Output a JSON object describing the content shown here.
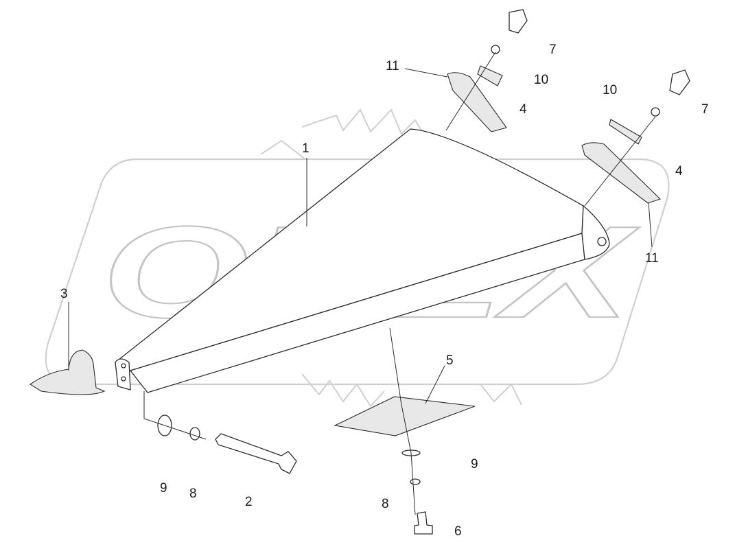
{
  "watermark": {
    "brand": "OPEX"
  },
  "callouts": {
    "c1": "1",
    "c2": "2",
    "c3": "3",
    "c4a": "4",
    "c4b": "4",
    "c5": "5",
    "c6": "6",
    "c7a": "7",
    "c7b": "7",
    "c8a": "8",
    "c8b": "8",
    "c9a": "9",
    "c9b": "9",
    "c10a": "10",
    "c10b": "10",
    "c11a": "11",
    "c11b": "11"
  }
}
